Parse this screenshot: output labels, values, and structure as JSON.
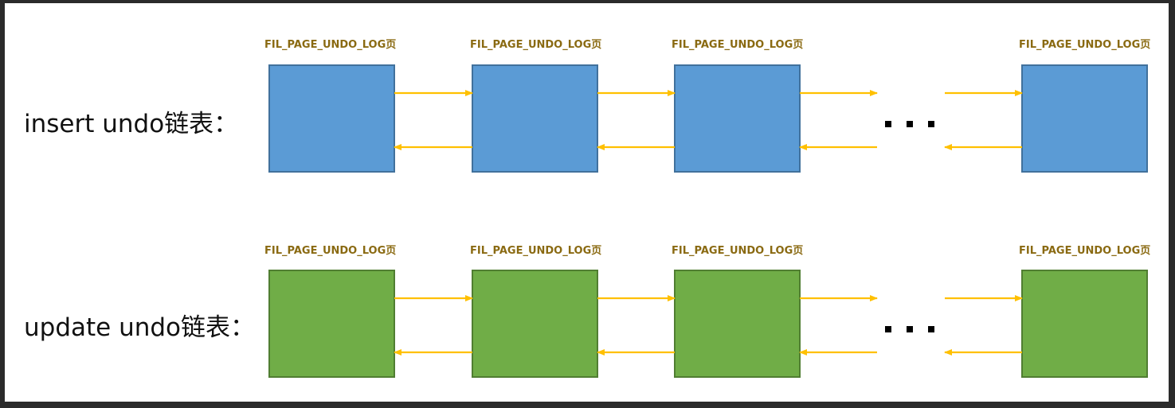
{
  "colors": {
    "frame": "#2b2b2b",
    "panel": "#ffffff",
    "insert_box": "#5b9bd5",
    "insert_border": "#41719c",
    "update_box": "#70ad47",
    "update_border": "#507e32",
    "arrow": "#ffc000",
    "caption": "#8a6a12",
    "label": "#111111",
    "ellipsis": "#000000"
  },
  "rows": [
    {
      "id": "insert",
      "label": "insert undo链表：",
      "page_captions": [
        "FIL_PAGE_UNDO_LOG页",
        "FIL_PAGE_UNDO_LOG页",
        "FIL_PAGE_UNDO_LOG页",
        "FIL_PAGE_UNDO_LOG页"
      ],
      "ellipsis": "• • •"
    },
    {
      "id": "update",
      "label": "update undo链表：",
      "page_captions": [
        "FIL_PAGE_UNDO_LOG页",
        "FIL_PAGE_UNDO_LOG页",
        "FIL_PAGE_UNDO_LOG页",
        "FIL_PAGE_UNDO_LOG页"
      ],
      "ellipsis": "• • •"
    }
  ]
}
